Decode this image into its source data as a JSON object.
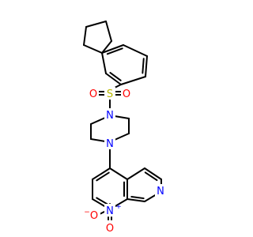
{
  "molecule": {
    "atoms": {
      "sulfur": {
        "symbol": "S",
        "color": "#b8b800"
      },
      "sulfonyl_oxygen_left": {
        "symbol": "O",
        "color": "#ff0000"
      },
      "sulfonyl_oxygen_right": {
        "symbol": "O",
        "color": "#ff0000"
      },
      "piperazine_n_top": {
        "symbol": "N",
        "color": "#0000ff"
      },
      "piperazine_n_bottom": {
        "symbol": "N",
        "color": "#0000ff"
      },
      "isoquinoline_n": {
        "symbol": "N",
        "color": "#0000ff"
      },
      "nitro_n": {
        "symbol": "N",
        "color": "#0000ff",
        "charge": "+"
      },
      "nitro_o_left": {
        "symbol": "O",
        "color": "#ff0000",
        "charge": "−"
      },
      "nitro_o_bottom": {
        "symbol": "O",
        "color": "#ff0000"
      }
    },
    "bond_color": "#000000"
  }
}
